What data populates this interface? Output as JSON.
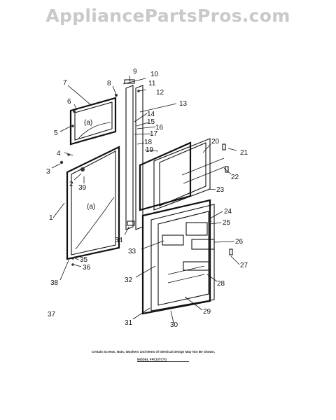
{
  "watermark": "AppliancePartsPros.com",
  "note": "Certain Screws, Nuts, Washers and Items of Identical Design May Not Be Shown.",
  "model": "MODEL FPCI3TC*G",
  "door_marks": [
    "(a)",
    "(a)"
  ],
  "labels": [
    "1",
    "2",
    "3",
    "4",
    "5",
    "6",
    "7",
    "8",
    "9",
    "10",
    "11",
    "12",
    "13",
    "14",
    "15",
    "16",
    "17",
    "18",
    "19",
    "20",
    "21",
    "22",
    "23",
    "24",
    "25",
    "26",
    "27",
    "28",
    "29",
    "30",
    "31",
    "32",
    "33",
    "34",
    "35",
    "36",
    "37",
    "38",
    "39"
  ]
}
